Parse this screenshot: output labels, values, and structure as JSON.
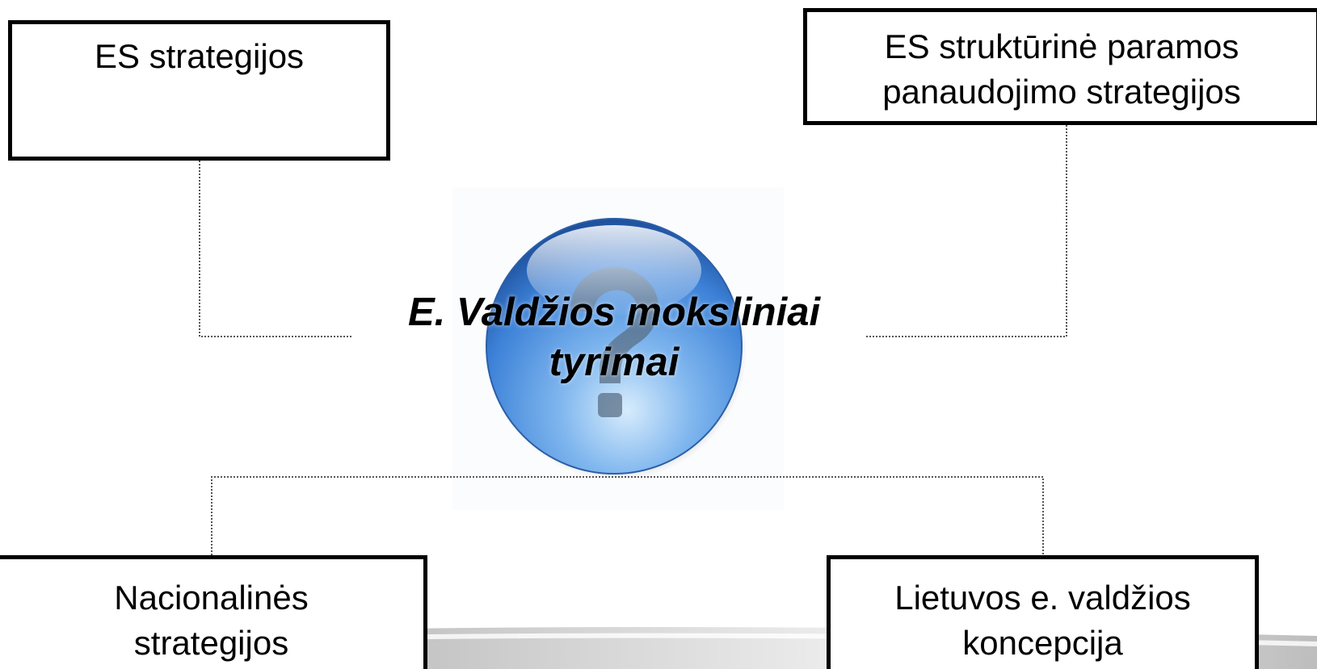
{
  "diagram": {
    "center": {
      "line1": "E. Valdžios moksliniai",
      "line2": "tyrimai",
      "icon": "question-mark-orb-icon"
    },
    "boxes": {
      "es_strategies": {
        "line1": "ES strategijos"
      },
      "structural_support": {
        "line1": "ES struktūrinė paramos",
        "line2": "panaudojimo strategijos"
      },
      "national_strategies": {
        "line1": "Nacionalinės",
        "line2": "strategijos"
      },
      "lithuania_concept": {
        "line1": "Lietuvos e. valdžios",
        "line2": "koncepcija"
      }
    },
    "colors": {
      "box_border": "#000000",
      "connector": "#555555",
      "orb_light": "#cfe6fb",
      "orb_mid": "#4a90e2",
      "orb_dark": "#1d4f9c"
    }
  }
}
